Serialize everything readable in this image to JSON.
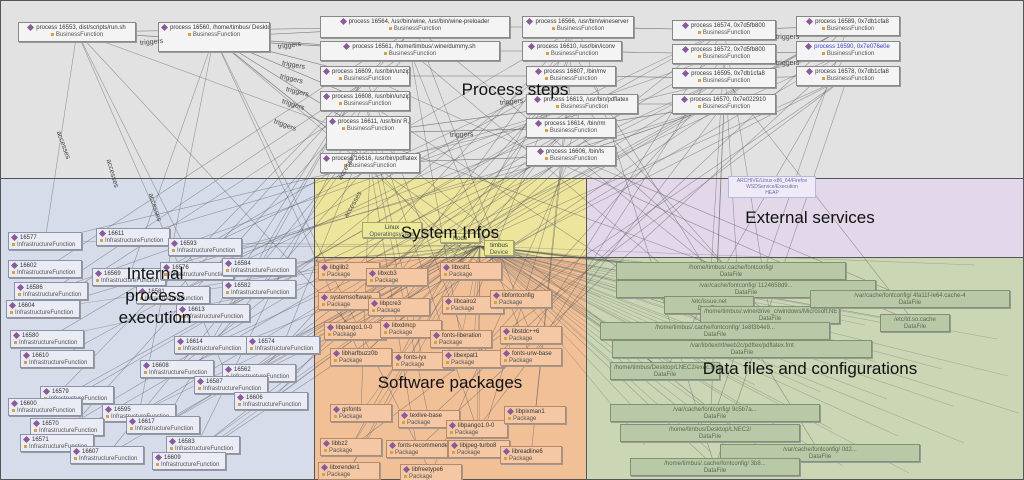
{
  "regions": {
    "process_steps": {
      "label": "Process steps",
      "fill": "#e2e2e2"
    },
    "internal": {
      "label_lines": [
        "Internal",
        "process",
        "execution"
      ],
      "fill": "#d6dcea"
    },
    "system": {
      "label": "System Infos",
      "fill": "#ede59c"
    },
    "external": {
      "label": "External services",
      "fill": "#e2d8ea"
    },
    "software": {
      "label": "Software packages",
      "fill": "#f1c097"
    },
    "datafiles": {
      "label": "Data files and configurations",
      "fill": "#cad6b4"
    }
  },
  "colors": {
    "node_icon": "#8a5a9a",
    "link_text": "#3a3ae0",
    "edge": "#555555"
  },
  "process_nodes": [
    {
      "title": "process 16553, dist/scripts/run.sh",
      "type": "BusinessFunction"
    },
    {
      "title": "process 16560, /home/timbus/ Desktop/LNEC2/exec.sh",
      "type": "BusinessFunction"
    },
    {
      "title": "process 16564, /usr/bin/wine, /usr/bin/wine-preloader",
      "type": "BusinessFunction"
    },
    {
      "title": "process 16561, /home/timbus/.wine/dummy.sh",
      "type": "BusinessFunction"
    },
    {
      "title": "process 16609, /usr/bin/unzip",
      "type": "BusinessFunction"
    },
    {
      "title": "process 16608, /usr/bin/unzip",
      "type": "BusinessFunction"
    },
    {
      "title": "process 16611, /usr/bin/ R, /usr/lib/ R/bin/exec/R",
      "type": "BusinessFunction"
    },
    {
      "title": "process 16616, /usr/bin/pdflatex",
      "type": "BusinessFunction"
    },
    {
      "title": "process 16566, /usr/bin/wineserver",
      "type": "BusinessFunction"
    },
    {
      "title": "process 16610, /usr/bin/iconv",
      "type": "BusinessFunction"
    },
    {
      "title": "process 16607, /bin/mv",
      "type": "BusinessFunction"
    },
    {
      "title": "process 16613, /usr/bin/pdflatex",
      "type": "BusinessFunction"
    },
    {
      "title": "process 16614, /bin/rm",
      "type": "BusinessFunction"
    },
    {
      "title": "process 16606, /bin/ls",
      "type": "BusinessFunction"
    },
    {
      "title": "process 16574, 0x7d5fb800",
      "type": "BusinessFunction"
    },
    {
      "title": "process 16572, 0x7d5fb800",
      "type": "BusinessFunction"
    },
    {
      "title": "process 16595, 0x7db1cfa8",
      "type": "BusinessFunction"
    },
    {
      "title": "process 16570, 0x7e022910",
      "type": "BusinessFunction"
    },
    {
      "title": "process 16589, 0x7db1cfa8",
      "type": "BusinessFunction"
    },
    {
      "title": "process 16590, 0x7e076e0e",
      "type": "BusinessFunction",
      "link": true
    },
    {
      "title": "process 16578, 0x7db1cfa8",
      "type": "BusinessFunction"
    }
  ],
  "edge_labels": [
    "triggers",
    "triggers",
    "triggers",
    "triggers",
    "triggers",
    "triggers",
    "triggers",
    "triggers",
    "triggers",
    "triggers",
    "triggers",
    "accesses",
    "accesses",
    "accesses",
    "accesses",
    "accesses"
  ],
  "process_labels": [
    "Process steps"
  ],
  "infra_nodes": [
    {
      "id": "16577",
      "type": "InfrastructureFunction"
    },
    {
      "id": "16611",
      "type": "InfrastructureFunction"
    },
    {
      "id": "16593",
      "type": "InfrastructureFunction"
    },
    {
      "id": "16602",
      "type": "InfrastructureFunction"
    },
    {
      "id": "16569",
      "type": "InfrastructureFunction"
    },
    {
      "id": "16576",
      "type": "InfrastructureFunction"
    },
    {
      "id": "16584",
      "type": "InfrastructureFunction"
    },
    {
      "id": "16586",
      "type": "InfrastructureFunction"
    },
    {
      "id": "16581",
      "type": "InfrastructureFunction"
    },
    {
      "id": "16582",
      "type": "InfrastructureFunction"
    },
    {
      "id": "16604",
      "type": "InfrastructureFunction"
    },
    {
      "id": "16613",
      "type": "InfrastructureFunction"
    },
    {
      "id": "16580",
      "type": "InfrastructureFunction"
    },
    {
      "id": "16614",
      "type": "InfrastructureFunction"
    },
    {
      "id": "16574",
      "type": "InfrastructureFunction"
    },
    {
      "id": "16610",
      "type": "InfrastructureFunction"
    },
    {
      "id": "16608",
      "type": "InfrastructureFunction"
    },
    {
      "id": "16562",
      "type": "InfrastructureFunction"
    },
    {
      "id": "16587",
      "type": "InfrastructureFunction"
    },
    {
      "id": "16579",
      "type": "InfrastructureFunction"
    },
    {
      "id": "16606",
      "type": "InfrastructureFunction"
    },
    {
      "id": "16600",
      "type": "InfrastructureFunction"
    },
    {
      "id": "16595",
      "type": "InfrastructureFunction"
    },
    {
      "id": "16570",
      "type": "InfrastructureFunction"
    },
    {
      "id": "16617",
      "type": "InfrastructureFunction"
    },
    {
      "id": "16571",
      "type": "InfrastructureFunction"
    },
    {
      "id": "16583",
      "type": "InfrastructureFunction"
    },
    {
      "id": "16607",
      "type": "InfrastructureFunction"
    },
    {
      "id": "16609",
      "type": "InfrastructureFunction"
    }
  ],
  "system_nodes": [
    {
      "title": "Linux",
      "type": "Operatingsystem"
    },
    {
      "title": "Node",
      "type": "Node"
    },
    {
      "title": "timbus",
      "type": "Device"
    }
  ],
  "external_nodes": [
    {
      "title": "ARCHIVE/Linux-x86_64/Firefox",
      "type": "WSDService/Execution",
      "sub": "HEAP"
    }
  ],
  "package_nodes": [
    {
      "title": "libglib2",
      "type": "Package"
    },
    {
      "title": "libxcb3",
      "type": "Package"
    },
    {
      "title": "libxslt1",
      "type": "Package"
    },
    {
      "title": "systemsoftware",
      "type": "Package"
    },
    {
      "title": "libpcre3",
      "type": "Package"
    },
    {
      "title": "libcairo2",
      "type": "Package"
    },
    {
      "title": "libfontconfig",
      "type": "Package"
    },
    {
      "title": "libpango1.0-0",
      "type": "Package"
    },
    {
      "title": "libxdmcp",
      "type": "Package"
    },
    {
      "title": "fonts-liberation",
      "type": "Package"
    },
    {
      "title": "libstdc++6",
      "type": "Package"
    },
    {
      "title": "libharfbuzz0b",
      "type": "Package"
    },
    {
      "title": "fonts-lyx",
      "type": "Package"
    },
    {
      "title": "libexpat1",
      "type": "Package"
    },
    {
      "title": "fonts-urw-base",
      "type": "Package"
    },
    {
      "title": "gsfonts",
      "type": "Package"
    },
    {
      "title": "texlive-base",
      "type": "Package"
    },
    {
      "title": "libpango1.0-0",
      "type": "Package"
    },
    {
      "title": "libpixman1",
      "type": "Package"
    },
    {
      "title": "libbz2",
      "type": "Package"
    },
    {
      "title": "fonts-recommended",
      "type": "Package"
    },
    {
      "title": "libjpeg-turbo8",
      "type": "Package"
    },
    {
      "title": "libreadline6",
      "type": "Package"
    },
    {
      "title": "libxrender1",
      "type": "Package"
    },
    {
      "title": "libfreetype6",
      "type": "Package"
    }
  ],
  "data_nodes": [
    {
      "title": "/home/timbus/.cache/fontconfig/",
      "type": "DataFile"
    },
    {
      "title": "/var/cache/fontconfig/ 1124658d9...",
      "type": "DataFile"
    },
    {
      "title": "/etc/issue.net",
      "type": "DataFile"
    },
    {
      "title": "/home/timbus/.wine/drive_c/windows/Microsoft.NET/Framework/v4.0.30319/",
      "type": "DataFile"
    },
    {
      "title": "/var/cache/fontconfig/ 4fa11f-le64.cache-4",
      "type": "DataFile"
    },
    {
      "title": "/home/timbus/.cache/fontconfig/ 1e8f3b4e9...",
      "type": "DataFile"
    },
    {
      "title": "/etc/ld.so.cache",
      "type": "DataFile"
    },
    {
      "title": "/var/lib/texmf/web2c/pdftex/pdflatex.fmt",
      "type": "DataFile"
    },
    {
      "title": "/home/timbus/Desktop/LNEC2/exec.sh",
      "type": "DataFile"
    },
    {
      "title": "/var/cache/fontconfig/ 9c5b7a...",
      "type": "DataFile"
    },
    {
      "title": "/home/timbus/Desktop/LNEC2/",
      "type": "DataFile"
    },
    {
      "title": "/var/cache/fontconfig/ 0d2...",
      "type": "DataFile"
    },
    {
      "title": "/home/timbus/.cache/fontconfig/ 3b8...",
      "type": "DataFile"
    }
  ]
}
